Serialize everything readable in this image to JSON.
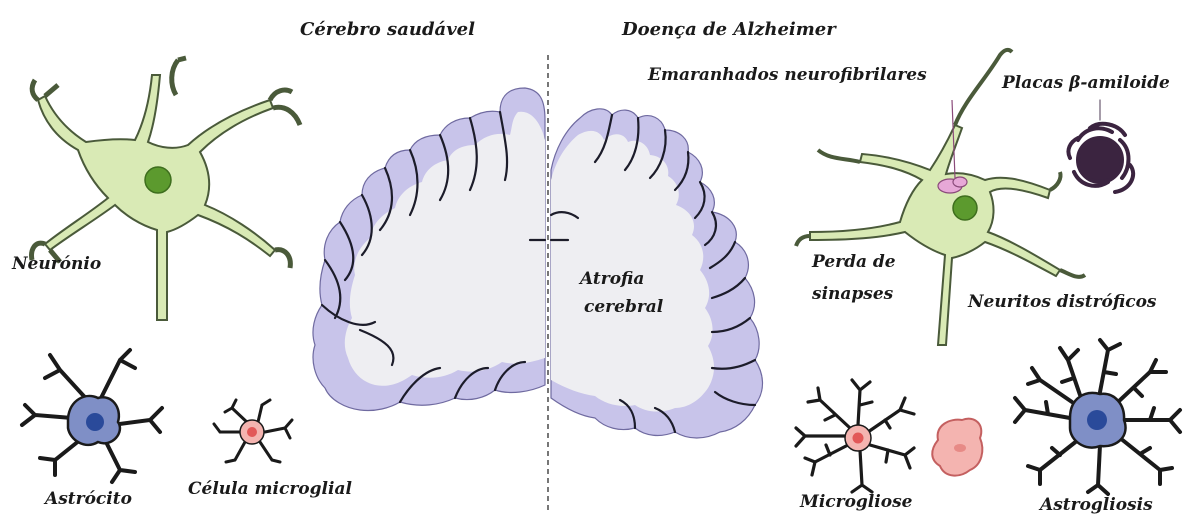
{
  "headers": {
    "healthy": "Cérebro saudável",
    "alzheimer": "Doença de Alzheimer"
  },
  "labels": {
    "neuron": "Neurónio",
    "astrocyte": "Astrócito",
    "microglial_cell": "Célula microglial",
    "tangles": "Emaranhados neurofibrilares",
    "plaques": "Placas β-amiloide",
    "synapse_loss_1": "Perda de",
    "synapse_loss_2": "sinapses",
    "dystrophic_neurites": "Neuritos distróficos",
    "atrophy_1": "Atrofia",
    "atrophy_2": "cerebral",
    "microgliosis": "Microgliose",
    "astrogliosis": "Astrogliosis"
  },
  "colors": {
    "neuron_fill": "#d9eab5",
    "neuron_outline": "#4a5a3a",
    "nucleus": "#5c9a2e",
    "cortex": "#c8c4ea",
    "white_matter": "#eeeef2",
    "sulcus": "#1c1c2a",
    "astro_fill": "#7f8fc6",
    "astro_nucleus": "#2a4a9a",
    "micro_fill": "#f4b4b0",
    "micro_nucleus": "#e25858",
    "plaque": "#3b2440",
    "tangle": "#e7a8d7"
  }
}
